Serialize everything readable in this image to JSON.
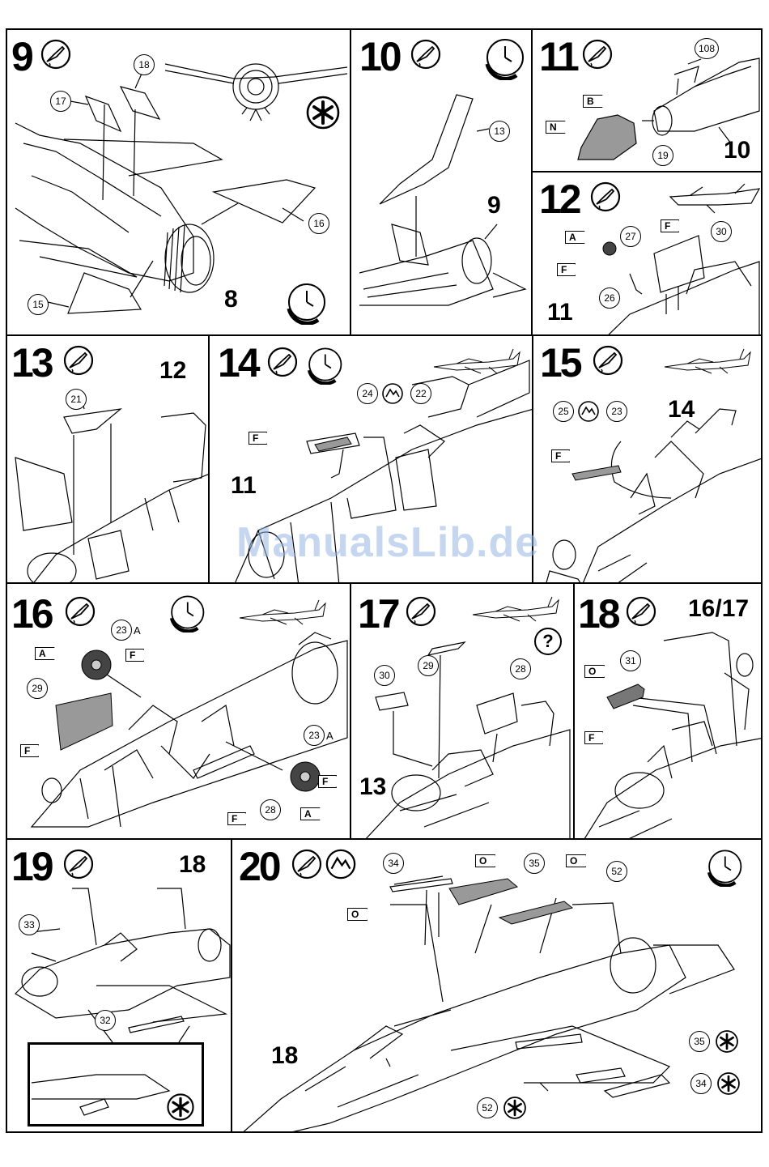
{
  "watermark": "ManualsLib.de",
  "steps": {
    "s9": {
      "num": "9",
      "refs": [
        "8"
      ],
      "parts": [
        "18",
        "17",
        "16",
        "15"
      ]
    },
    "s10": {
      "num": "10",
      "refs": [
        "9"
      ],
      "parts": [
        "13"
      ]
    },
    "s11": {
      "num": "11",
      "refs": [
        "10"
      ],
      "parts": [
        "108",
        "19"
      ],
      "colors": [
        "B",
        "N"
      ]
    },
    "s12": {
      "num": "12",
      "refs": [
        "11"
      ],
      "parts": [
        "27",
        "30",
        "26"
      ],
      "colors": [
        "A",
        "F",
        "F"
      ]
    },
    "s13": {
      "num": "13",
      "refs": [
        "12"
      ],
      "parts": [
        "21"
      ]
    },
    "s14": {
      "num": "14",
      "refs": [
        "11"
      ],
      "parts": [
        "24",
        "22"
      ],
      "colors": [
        "F"
      ]
    },
    "s15": {
      "num": "15",
      "refs": [
        "14"
      ],
      "parts": [
        "25",
        "23"
      ],
      "colors": [
        "F"
      ]
    },
    "s16": {
      "num": "16",
      "parts": [
        "23",
        "29",
        "23",
        "28"
      ],
      "part_suffix": "A",
      "colors": [
        "A",
        "F",
        "F",
        "F",
        "F",
        "A"
      ]
    },
    "s17": {
      "num": "17",
      "refs": [
        "13"
      ],
      "parts": [
        "30",
        "29",
        "28"
      ],
      "question": "?"
    },
    "s18": {
      "num": "18",
      "refs": [
        "16/17"
      ],
      "parts": [
        "31"
      ],
      "colors": [
        "O",
        "F"
      ]
    },
    "s19": {
      "num": "19",
      "refs": [
        "18"
      ],
      "parts": [
        "33",
        "32"
      ]
    },
    "s20": {
      "num": "20",
      "refs": [
        "18"
      ],
      "parts": [
        "34",
        "35",
        "52",
        "35",
        "34",
        "52"
      ],
      "colors": [
        "O",
        "O",
        "O"
      ]
    }
  },
  "icons": {
    "glue": "glue-tube-icon",
    "clock": "drying-clock-icon",
    "optional": "optional-asterisk-icon",
    "decal": "decal-symbol-icon",
    "aircraft": "aircraft-silhouette-icon"
  }
}
